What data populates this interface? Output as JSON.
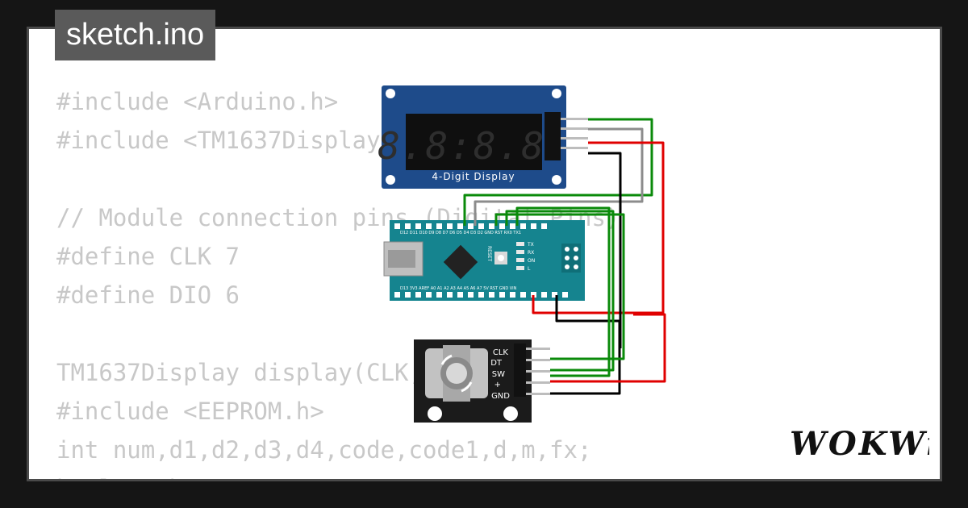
{
  "title": "sketch.ino",
  "code_lines": [
    "#include <Arduino.h>",
    "#include <TM1637Display.h>",
    "",
    "// Module connection pins (Digital Pins)",
    "#define CLK 7",
    "#define DIO 6",
    "",
    "TM1637Display display(CLK, DIO);",
    "#include <EEPROM.h>",
    "int num,d1,d2,d3,d4,code,code1,d,m,fx;",
    "boolean hoot"
  ],
  "display_module": {
    "label": "4-Digit Display",
    "digits": "8.8:8.8."
  },
  "arduino": {
    "top_pin_labels": "D12 D11 D10 D9 D8 D7 D6 D5 D4 D3 D2 GND RST RX0 TX1",
    "bottom_pin_labels": "D13 3V3 AREF A0 A1 A2 A3 A4 A5 A6 A7 5V RST GND VIN",
    "reset_label": "RESET",
    "led_labels": [
      "TX",
      "RX",
      "ON",
      "L"
    ]
  },
  "encoder": {
    "pins": [
      "CLK",
      "DT",
      "SW",
      "+",
      "GND"
    ]
  },
  "wire_colors": {
    "green": "#0a8a0a",
    "gray": "#8c8c8c",
    "red": "#e00000",
    "black": "#000000"
  },
  "brand": {
    "logo_text": "WOKWi"
  },
  "colors": {
    "display_board": "#1e4b8a",
    "arduino_board": "#15848f",
    "encoder_board": "#1b1b1b"
  }
}
